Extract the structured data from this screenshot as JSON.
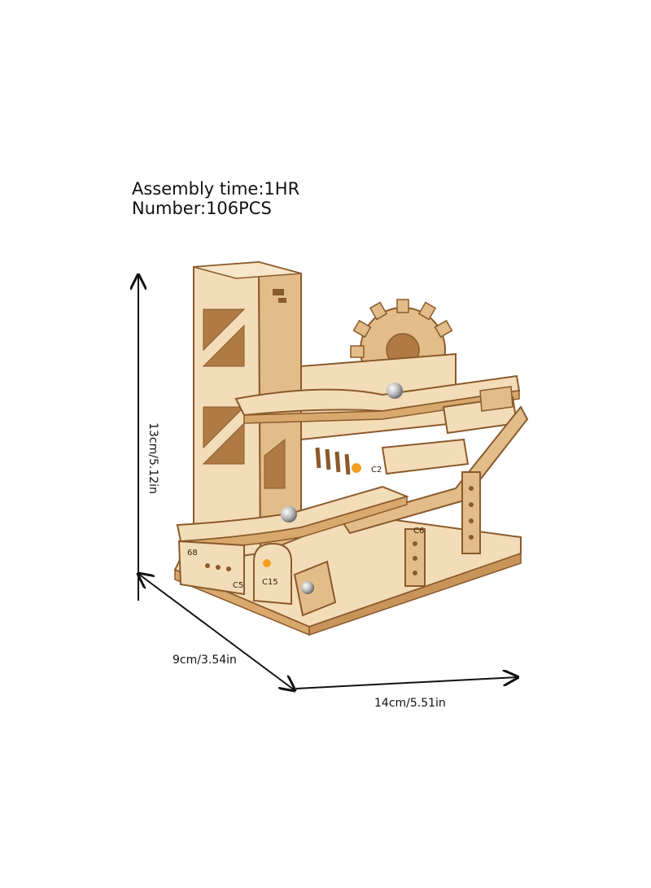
{
  "product": {
    "assembly_time": "Assembly time:1HR",
    "number_of_pieces": "Number:106PCS"
  },
  "dimensions": {
    "height": "13cm/5.12in",
    "depth": "9cm/3.54in",
    "width": "14cm/5.51in"
  },
  "part_labels": [
    "C5",
    "C15",
    "C6",
    "C2",
    "68"
  ],
  "colors": {
    "wood_light": "#f3dcb8",
    "wood_mid": "#e2bd8a",
    "wood_dark": "#b07a44",
    "edge": "#8a5a2c",
    "steel_ball": "#c9c9c9",
    "accent_orange": "#f0a020"
  }
}
